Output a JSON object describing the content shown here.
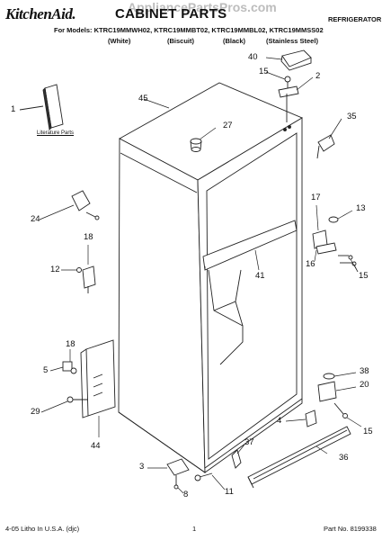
{
  "header": {
    "brand": "KitchenAid.",
    "title": "CABINET PARTS",
    "watermark": "AppliancePartsPros.com",
    "appliance": "REFRIGERATOR",
    "models_line": "For Models: KTRC19MMWH02, KTRC19MMBT02, KTRC19MMBL02, KTRC19MMSS02",
    "variants": [
      "(White)",
      "(Biscuit)",
      "(Black)",
      "(Stainless Steel)"
    ]
  },
  "literature_label": "Literature Parts",
  "callouts": {
    "c1": "1",
    "c2": "2",
    "c3": "3",
    "c4": "4",
    "c5": "5",
    "c8": "8",
    "c11": "11",
    "c12": "12",
    "c13": "13",
    "c15a": "15",
    "c15b": "15",
    "c15c": "15",
    "c17": "17",
    "c16": "16",
    "c18a": "18",
    "c18b": "18",
    "c20": "20",
    "c24": "24",
    "c27": "27",
    "c29": "29",
    "c35": "35",
    "c36": "36",
    "c37": "37",
    "c38": "38",
    "c40": "40",
    "c41": "41",
    "c44": "44",
    "c45": "45"
  },
  "footer": {
    "left": "4-05 Litho In U.S.A. (djc)",
    "page": "1",
    "part_no": "Part No. 8199338"
  }
}
